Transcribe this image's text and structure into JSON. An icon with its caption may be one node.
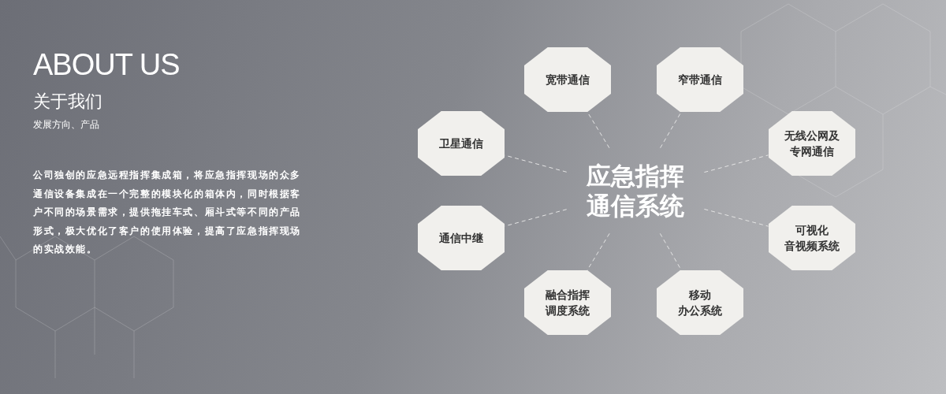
{
  "diagram": {
    "title": "ABOUT US",
    "nodes": [
      {
        "text": [
          "应急指挥通信系统"
        ]
      },
      {
        "text": [
          "宽带通信"
        ]
      },
      {
        "text": [
          "窄带通信"
        ]
      },
      {
        "text": [
          "卫星通信"
        ]
      },
      {
        "text": [
          "无线公网及专网通信"
        ]
      },
      {
        "text": [
          "通信中继"
        ]
      },
      {
        "text": [
          "可视化音视频系统"
        ]
      },
      {
        "text": [
          "融合指挥调度系统"
        ]
      },
      {
        "text": [
          "移动办公系统"
        ]
      }
    ],
    "edges": [
      {
        "from": 0,
        "to": 1,
        "arrow": "none",
        "style": "dashed"
      },
      {
        "from": 0,
        "to": 2,
        "arrow": "none",
        "style": "dashed"
      },
      {
        "from": 0,
        "to": 3,
        "arrow": "none",
        "style": "dashed"
      },
      {
        "from": 0,
        "to": 4,
        "arrow": "none",
        "style": "dashed"
      },
      {
        "from": 0,
        "to": 5,
        "arrow": "none",
        "style": "dashed"
      },
      {
        "from": 0,
        "to": 6,
        "arrow": "none",
        "style": "dashed"
      },
      {
        "from": 0,
        "to": 7,
        "arrow": "none",
        "style": "dashed"
      },
      {
        "from": 0,
        "to": 8,
        "arrow": "none",
        "style": "dashed"
      }
    ],
    "labels": [
      "关于我们",
      "发展方向、产品",
      "公司独创的应急远程指挥集成箱，将应急指挥现场的众多通信设备集成在一个完整的模块化的箱体内，同时根据客户不同的场景需求，提供拖挂车式、厢斗式等不同的产品形式，极大优化了客户的使用体验，提高了应急指挥现场的实战效能。"
    ]
  }
}
